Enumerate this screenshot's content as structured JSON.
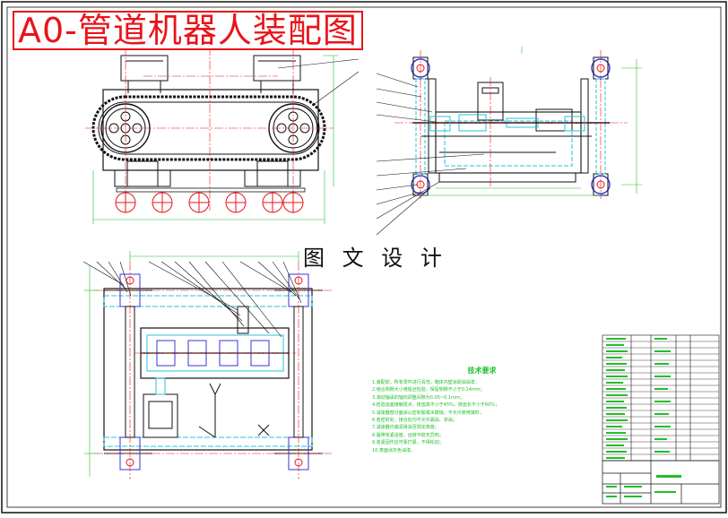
{
  "drawing": {
    "title": "A0-管道机器人装配图",
    "subtitle": "图 文 设 计"
  },
  "notes": {
    "heading": "技术要求",
    "lines": [
      "1.装配前，所有零件进行清洗，箱体内壁涂耐油油漆；",
      "2.啮合侧隙大小用铅丝检验，保留侧隙不小于0.14mm；",
      "3.滚动轴承的轴向调整间隙为0.05~0.1mm；",
      "4.检验齿面接触斑点，按齿高不小于45%，按齿长不小于60%；",
      "5.减速器部分面涂以密封胶或水玻璃，不允许使用填料；",
      "6.各密封处、接合处均不允许漏油、渗油；",
      "7.减速器内装润滑油至规定高度；",
      "8.履带张紧适度，运转平稳无异响；",
      "9.各紧固件应可靠拧紧，不得松动；",
      "10.表面涂灰色油漆。"
    ]
  },
  "colors": {
    "outline": "#111111",
    "centerline": "#e8141a",
    "dimension": "#1fbf2a",
    "hatch": "#26c6d8",
    "accent": "#3535d8",
    "title": "#e8141a"
  }
}
